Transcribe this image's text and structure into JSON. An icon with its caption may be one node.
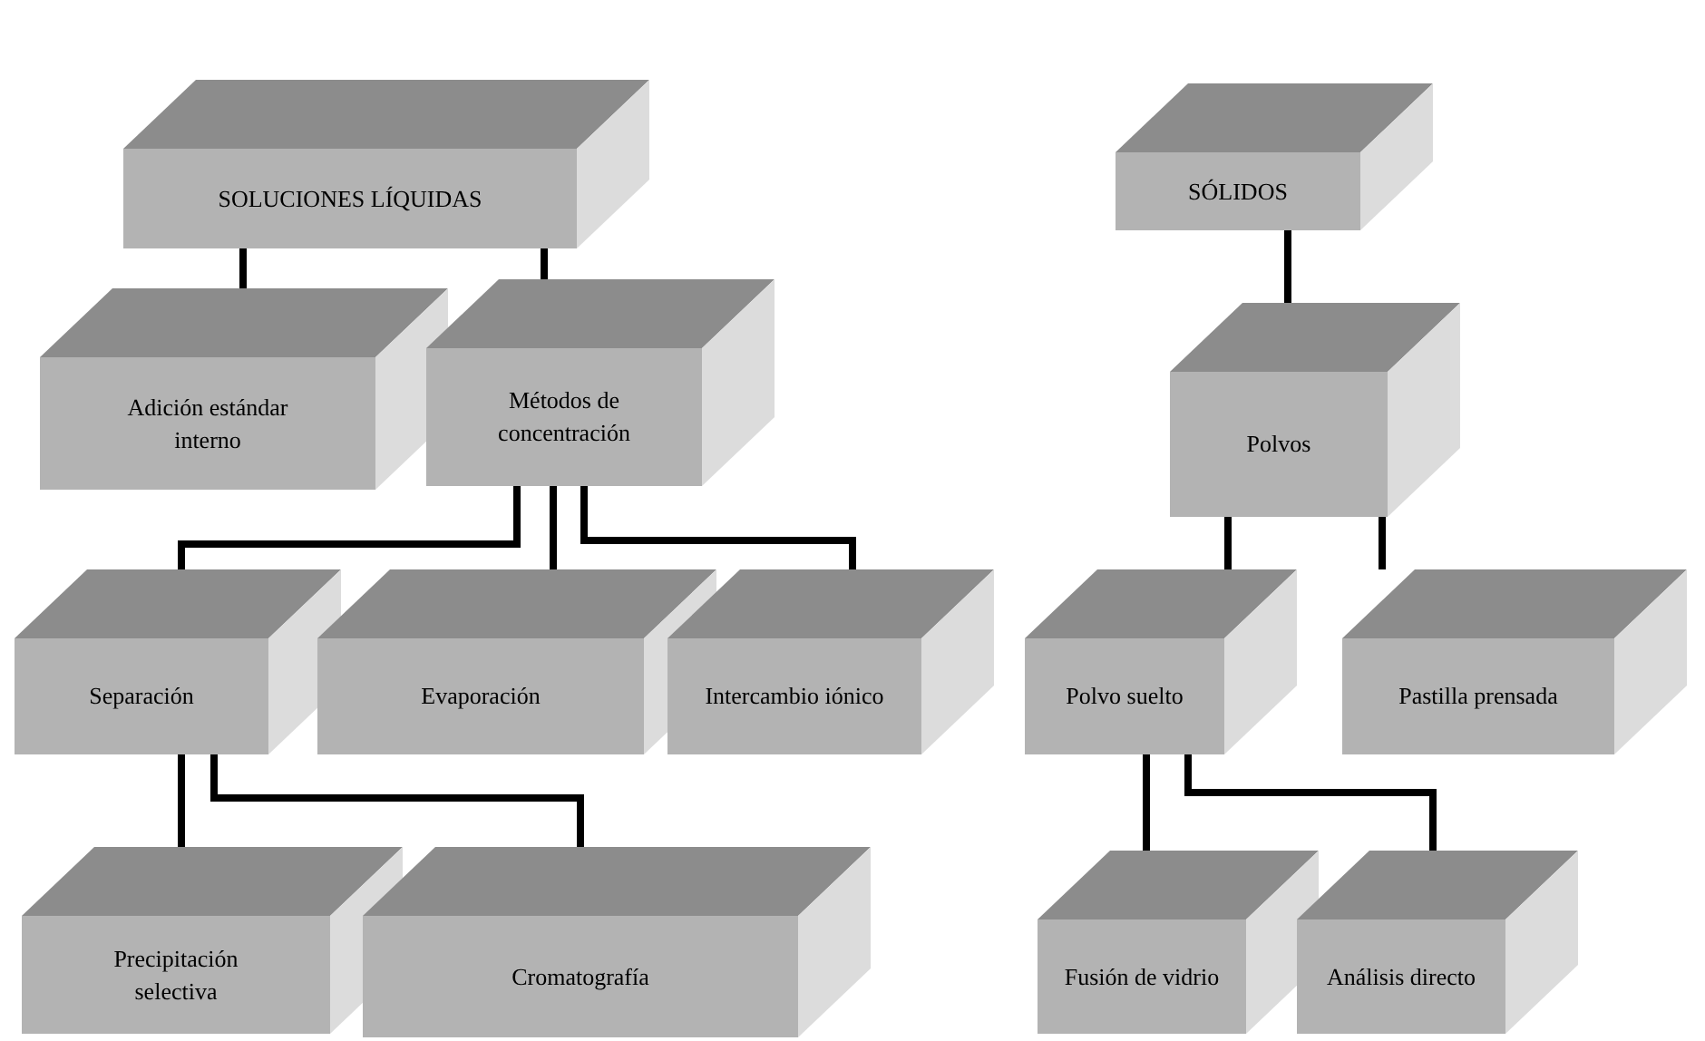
{
  "diagram": {
    "nodes": [
      {
        "text": [
          "SOLUCIONES LÍQUIDAS"
        ]
      },
      {
        "text": [
          "Adición estándar interno"
        ]
      },
      {
        "text": [
          "Métodos de concentración"
        ]
      },
      {
        "text": [
          "Separación"
        ]
      },
      {
        "text": [
          "Evaporación"
        ]
      },
      {
        "text": [
          "Intercambio iónico"
        ]
      },
      {
        "text": [
          "Precipitación selectiva"
        ]
      },
      {
        "text": [
          "Cromatografía"
        ]
      },
      {
        "text": [
          "SÓLIDOS"
        ]
      },
      {
        "text": [
          "Polvos"
        ]
      },
      {
        "text": [
          "Polvo suelto"
        ]
      },
      {
        "text": [
          "Pastilla prensada"
        ]
      },
      {
        "text": [
          "Fusión de vidrio"
        ]
      },
      {
        "text": [
          "Análisis directo"
        ]
      }
    ],
    "edges": [
      {
        "from": 0,
        "to": 1,
        "arrow": "none"
      },
      {
        "from": 0,
        "to": 2,
        "arrow": "none"
      },
      {
        "from": 2,
        "to": 3,
        "arrow": "none"
      },
      {
        "from": 2,
        "to": 4,
        "arrow": "none"
      },
      {
        "from": 2,
        "to": 5,
        "arrow": "none"
      },
      {
        "from": 3,
        "to": 6,
        "arrow": "none"
      },
      {
        "from": 3,
        "to": 7,
        "arrow": "none"
      },
      {
        "from": 8,
        "to": 9,
        "arrow": "none"
      },
      {
        "from": 9,
        "to": 10,
        "arrow": "none"
      },
      {
        "from": 9,
        "to": 11,
        "arrow": "none"
      },
      {
        "from": 10,
        "to": 12,
        "arrow": "none"
      },
      {
        "from": 10,
        "to": 13,
        "arrow": "none"
      }
    ]
  }
}
